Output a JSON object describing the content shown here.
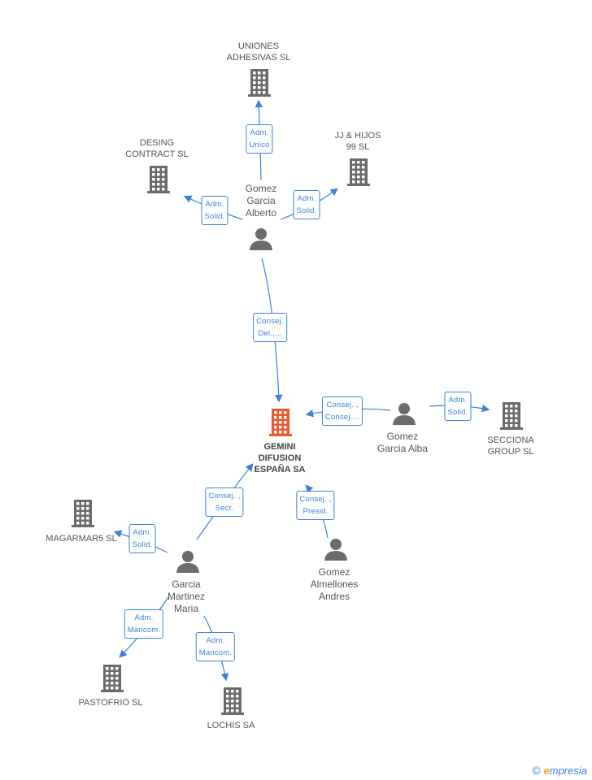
{
  "colors": {
    "accent": "#3c82d8",
    "building": "#6b6b6b",
    "main_building": "#e8582e",
    "person": "#6b6b6b",
    "brand_orange": "#f5a623"
  },
  "nodes": [
    {
      "id": "uniones",
      "type": "company",
      "label": "UNIONES\nADHESIVAS  SL"
    },
    {
      "id": "desing",
      "type": "company",
      "label": "DESING\nCONTRACT SL"
    },
    {
      "id": "jj",
      "type": "company",
      "label": "JJ & HIJOS\n99 SL"
    },
    {
      "id": "gomez_alberto",
      "type": "person",
      "label": "Gomez\nGarcia\nAlberto"
    },
    {
      "id": "gemini",
      "type": "main",
      "label": "GEMINI\nDIFUSION\nESPAÑA SA"
    },
    {
      "id": "gomez_alba",
      "type": "person",
      "label": "Gomez\nGarcia Alba"
    },
    {
      "id": "secciona",
      "type": "company",
      "label": "SECCIONA\nGROUP  SL"
    },
    {
      "id": "magarmar",
      "type": "company",
      "label": "MAGARMAR5 SL"
    },
    {
      "id": "garcia_maria",
      "type": "person",
      "label": "Garcia\nMartinez\nMaria"
    },
    {
      "id": "gomez_andres",
      "type": "person",
      "label": "Gomez\nAlmellones\nAndres"
    },
    {
      "id": "pastofrio",
      "type": "company",
      "label": "PASTOFRIO  SL"
    },
    {
      "id": "lochis",
      "type": "company",
      "label": "LOCHIS SA"
    }
  ],
  "edges": [
    {
      "id": "e1",
      "label": "Adm.\nUnico"
    },
    {
      "id": "e2",
      "label": "Adm.\nSolid."
    },
    {
      "id": "e3",
      "label": "Adm.\nSolid."
    },
    {
      "id": "e4",
      "label": "Consej.\nDel.,..."
    },
    {
      "id": "e5",
      "label": "Consej. ,\nConsej...."
    },
    {
      "id": "e6",
      "label": "Adm.\nSolid."
    },
    {
      "id": "e7",
      "label": "Consej. ,\nSecr."
    },
    {
      "id": "e8",
      "label": "Consej. ,\nPresid."
    },
    {
      "id": "e9",
      "label": "Adm.\nSolid."
    },
    {
      "id": "e10",
      "label": "Adm.\nMancom."
    },
    {
      "id": "e11",
      "label": "Adm.\nMancom."
    }
  ],
  "footer": {
    "copyright": "©",
    "brand_initial": "e",
    "brand_rest": "mpresia"
  }
}
